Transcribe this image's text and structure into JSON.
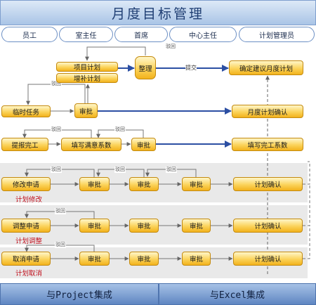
{
  "title": "月度目标管理",
  "roles": [
    "员工",
    "室主任",
    "首席",
    "中心主任",
    "计划管理员"
  ],
  "nodes": {
    "project_plan": "项目计划",
    "supplement_plan": "增补计划",
    "organize": "整理",
    "confirm_proposal": "确定建议月度计划",
    "temp_task": "临时任务",
    "approve1": "审批",
    "monthly_confirm": "月度计划确认",
    "report_done": "提报完工",
    "fill_satisfaction": "填写满意系数",
    "approve2": "审批",
    "fill_completion": "填写完工系数",
    "modify_request": "修改申请",
    "modify_approve_a": "审批",
    "modify_approve_b": "审批",
    "modify_approve_c": "审批",
    "modify_confirm": "计划确认",
    "adjust_request": "调整申请",
    "adjust_approve_a": "审批",
    "adjust_approve_b": "审批",
    "adjust_approve_c": "审批",
    "adjust_confirm": "计划确认",
    "cancel_request": "取消申请",
    "cancel_approve_a": "审批",
    "cancel_approve_b": "审批",
    "cancel_approve_c": "审批",
    "cancel_confirm": "计划确认"
  },
  "stages": {
    "modify": "计划修改",
    "adjust": "计划调整",
    "cancel": "计划取消"
  },
  "edge_labels": {
    "return": "驳回",
    "submit": "提交"
  },
  "footer": {
    "project": "与Project集成",
    "excel": "与Excel集成"
  },
  "colors": {
    "node_fill": "#f9c733",
    "main_arrow": "#2c4fa3",
    "stage_text": "#c1121f",
    "band": "#e9e9e9"
  }
}
